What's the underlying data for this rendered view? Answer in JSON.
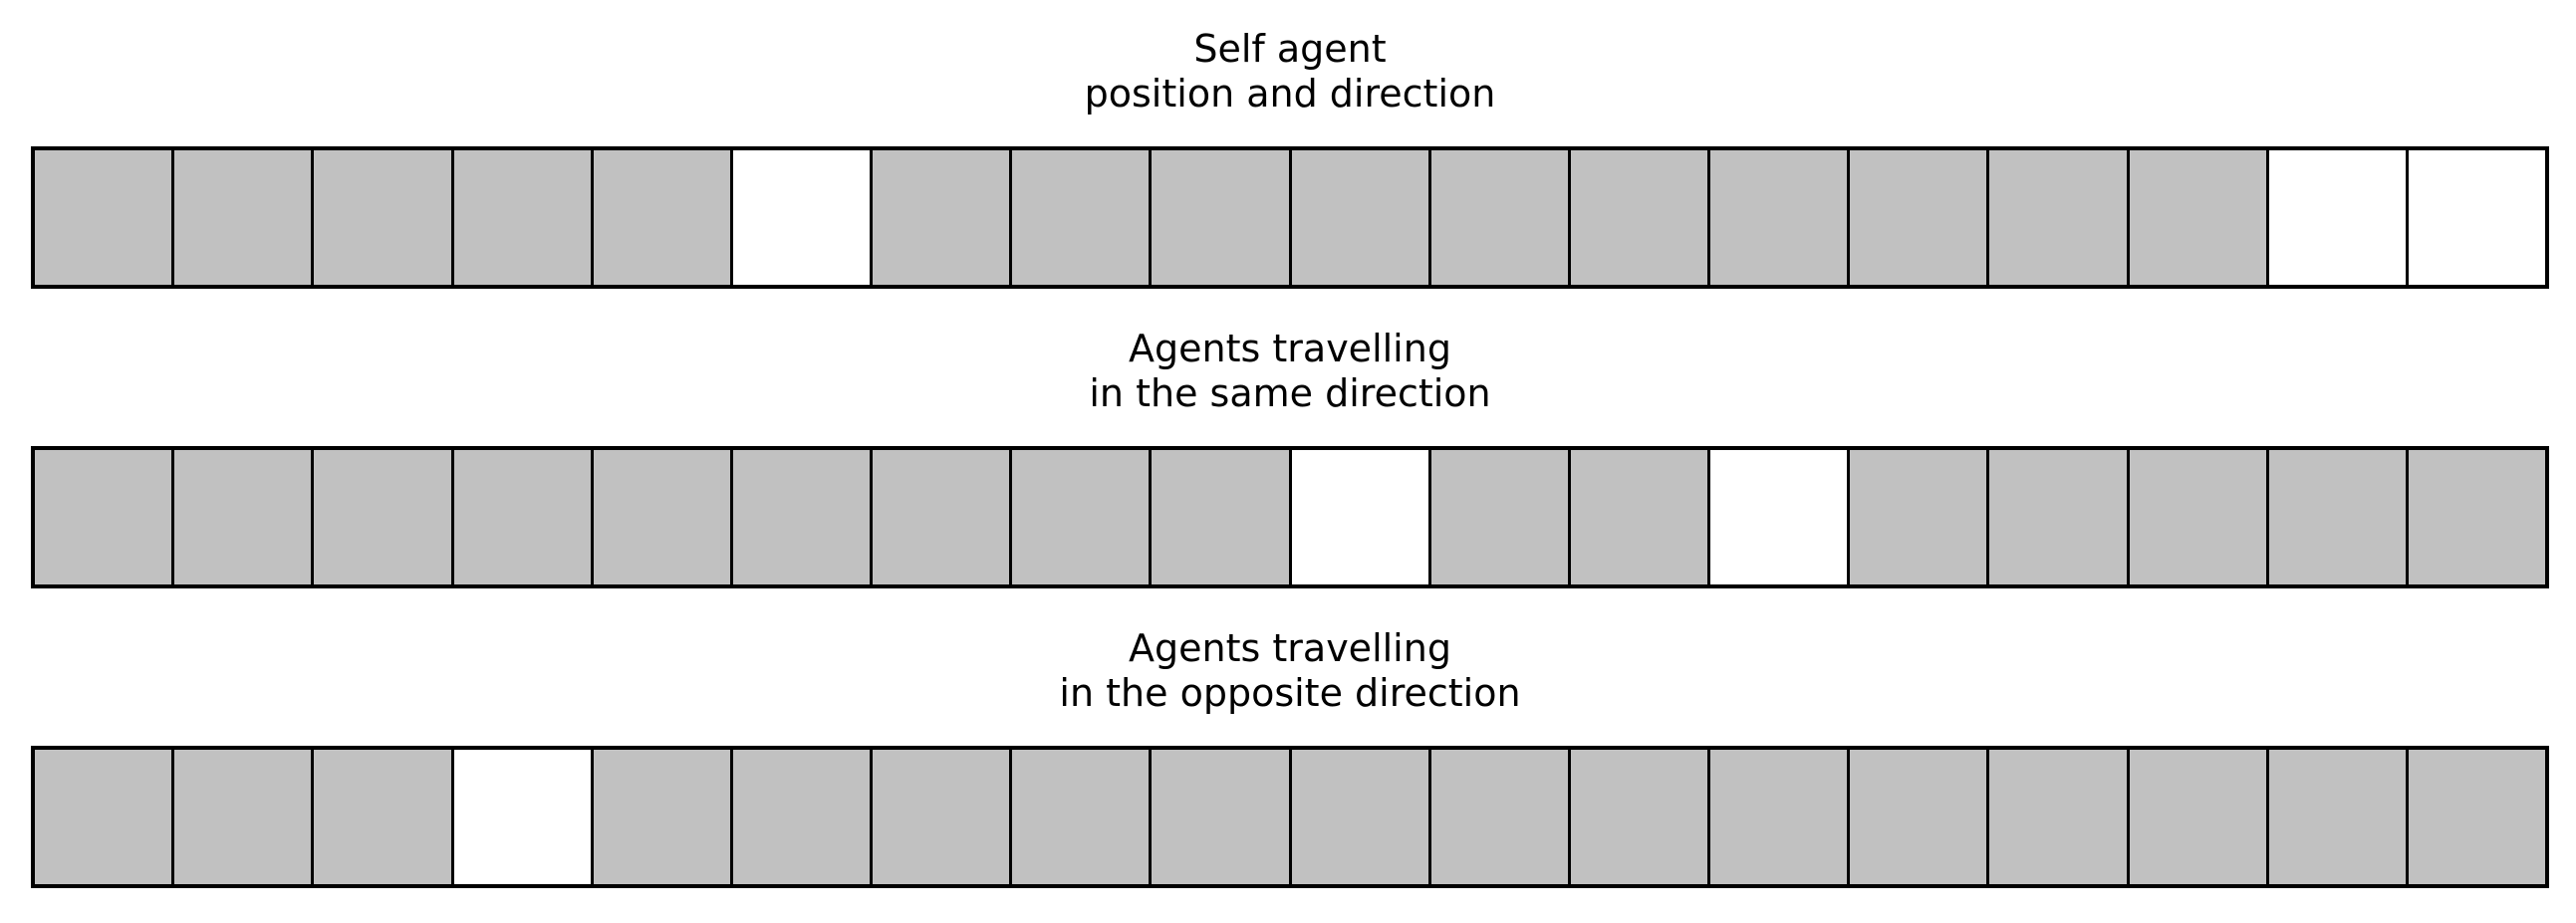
{
  "figure": {
    "colors": {
      "background": "#ffffff",
      "occupied_cell": "#c1c1c1",
      "free_cell": "#ffffff",
      "line": "#000000",
      "text": "#000000"
    },
    "grid": {
      "cells_per_row": 18
    },
    "sections": [
      {
        "id": "self-agent",
        "title_lines": [
          "Self agent",
          "position and direction"
        ],
        "cells": [
          1,
          1,
          1,
          1,
          1,
          0,
          1,
          1,
          1,
          1,
          1,
          1,
          1,
          1,
          1,
          1,
          0,
          0
        ]
      },
      {
        "id": "same-direction",
        "title_lines": [
          "Agents travelling",
          "in the same direction"
        ],
        "cells": [
          1,
          1,
          1,
          1,
          1,
          1,
          1,
          1,
          1,
          0,
          1,
          1,
          0,
          1,
          1,
          1,
          1,
          1
        ]
      },
      {
        "id": "opposite-direction",
        "title_lines": [
          "Agents travelling",
          "in the opposite direction"
        ],
        "cells": [
          1,
          1,
          1,
          0,
          1,
          1,
          1,
          1,
          1,
          1,
          1,
          1,
          1,
          1,
          1,
          1,
          1,
          1
        ]
      }
    ]
  }
}
